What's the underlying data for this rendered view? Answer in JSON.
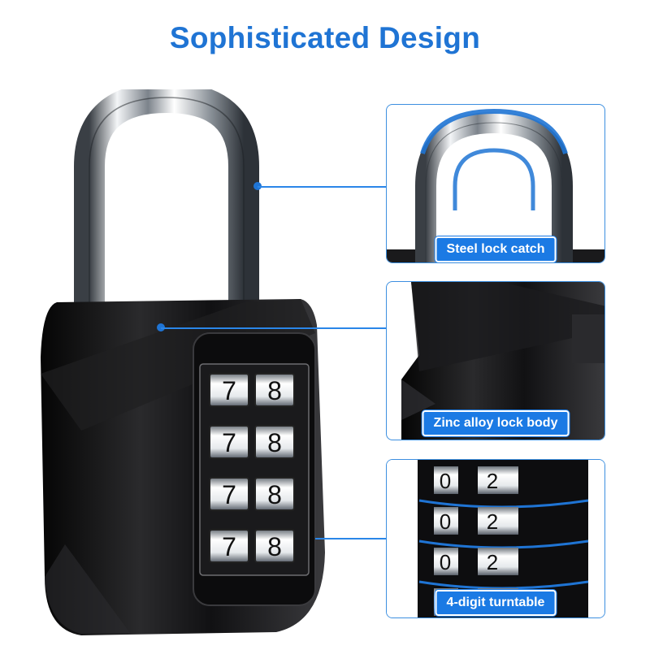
{
  "title": "Sophisticated Design",
  "features": [
    {
      "label": "Steel lock catch",
      "icon": "shackle-closeup"
    },
    {
      "label": "Zinc alloy lock body",
      "icon": "lock-body-closeup"
    },
    {
      "label": "4-digit turntable",
      "icon": "dial-closeup"
    }
  ],
  "lock_digits": [
    "7",
    "8"
  ],
  "closeup_digits": [
    "0",
    "2"
  ],
  "colors": {
    "accent": "#1f74d4",
    "badge": "#1b7ae4",
    "lock_body": "#141414",
    "chrome": "#c9ced4"
  }
}
